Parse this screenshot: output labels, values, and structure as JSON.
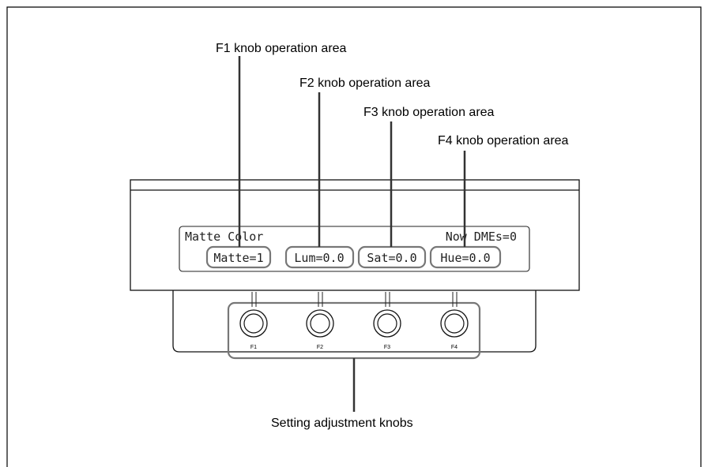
{
  "callouts": {
    "f1": "F1 knob operation area",
    "f2": "F2 knob operation area",
    "f3": "F3 knob operation area",
    "f4": "F4 knob operation area",
    "knobs": "Setting adjustment knobs"
  },
  "display": {
    "line1_left": "Matte Color",
    "line1_right": "Now DMEs=0",
    "params": [
      "Matte=1",
      "Lum=0.0",
      "Sat=0.0",
      "Hue=0.0"
    ]
  },
  "knobs": [
    "F1",
    "F2",
    "F3",
    "F4"
  ]
}
